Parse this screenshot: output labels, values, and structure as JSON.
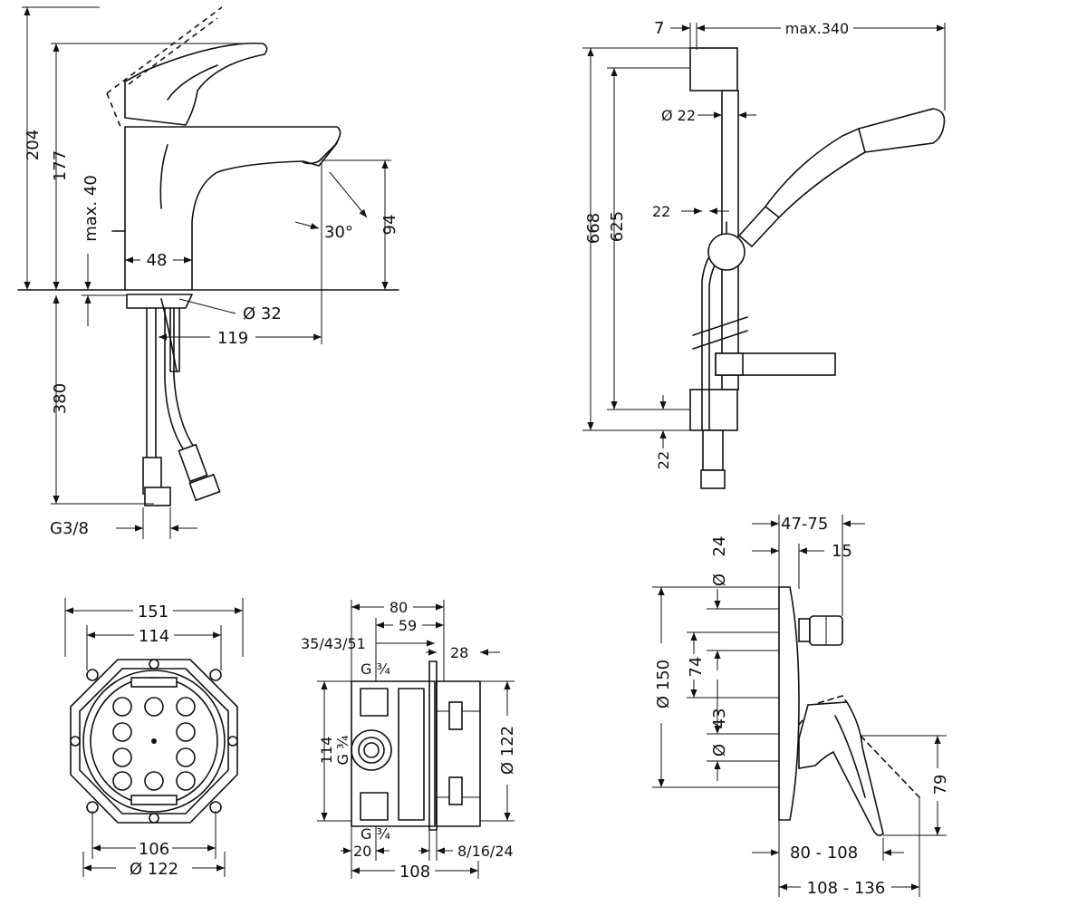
{
  "faucet": {
    "dim_204": "204",
    "dim_177": "177",
    "dim_max40": "max. 40",
    "dim_48": "48",
    "dim_30deg": "30°",
    "dim_94": "94",
    "dim_d32": "Ø 32",
    "dim_119": "119",
    "dim_380": "380",
    "dim_g38": "G3/8"
  },
  "shower_rail": {
    "dim_7": "7",
    "dim_max340": "max.340",
    "dim_d22": "Ø 22",
    "dim_668": "668",
    "dim_625": "625",
    "dim_22_side": "22",
    "dim_22_bottom": "22"
  },
  "box_top": {
    "dim_151": "151",
    "dim_114": "114",
    "dim_106": "106",
    "dim_d122": "Ø 122"
  },
  "box_side": {
    "dim_80": "80",
    "dim_59": "59",
    "dim_354351": "35/43/51",
    "dim_28": "28",
    "dim_g34_top": "G ¾",
    "dim_114": "114",
    "dim_g34_left": "G ¾",
    "dim_d122": "Ø 122",
    "dim_g34_bottom": "G ¾",
    "dim_20": "20",
    "dim_81624": "8/16/24",
    "dim_108": "108"
  },
  "bath_mixer": {
    "dim_4775": "47-75",
    "dim_24": "24",
    "dim_15": "15",
    "dim_d150": "Ø 150",
    "dim_74": "74",
    "dim_43": "43",
    "dim_d_small_top": "Ø",
    "dim_d_small_bottom": "Ø",
    "dim_79": "79",
    "dim_80108": "80 - 108",
    "dim_108136": "108 - 136"
  }
}
